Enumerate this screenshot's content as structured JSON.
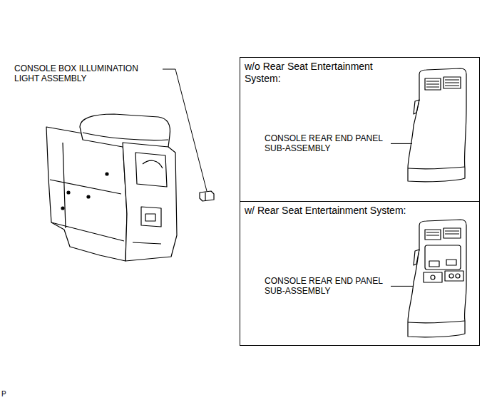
{
  "diagram": {
    "nodes": [
      {
        "text": [
          "w/o Rear Seat Entertainment System:",
          "CONSOLE REAR END PANEL SUB-ASSEMBLY"
        ]
      },
      {
        "text": [
          "w/ Rear Seat Entertainment System:",
          "CONSOLE REAR END PANEL SUB-ASSEMBLY"
        ]
      }
    ],
    "edges": [],
    "labels": [
      "CONSOLE BOX ILLUMINATION LIGHT ASSEMBLY",
      "P"
    ]
  }
}
